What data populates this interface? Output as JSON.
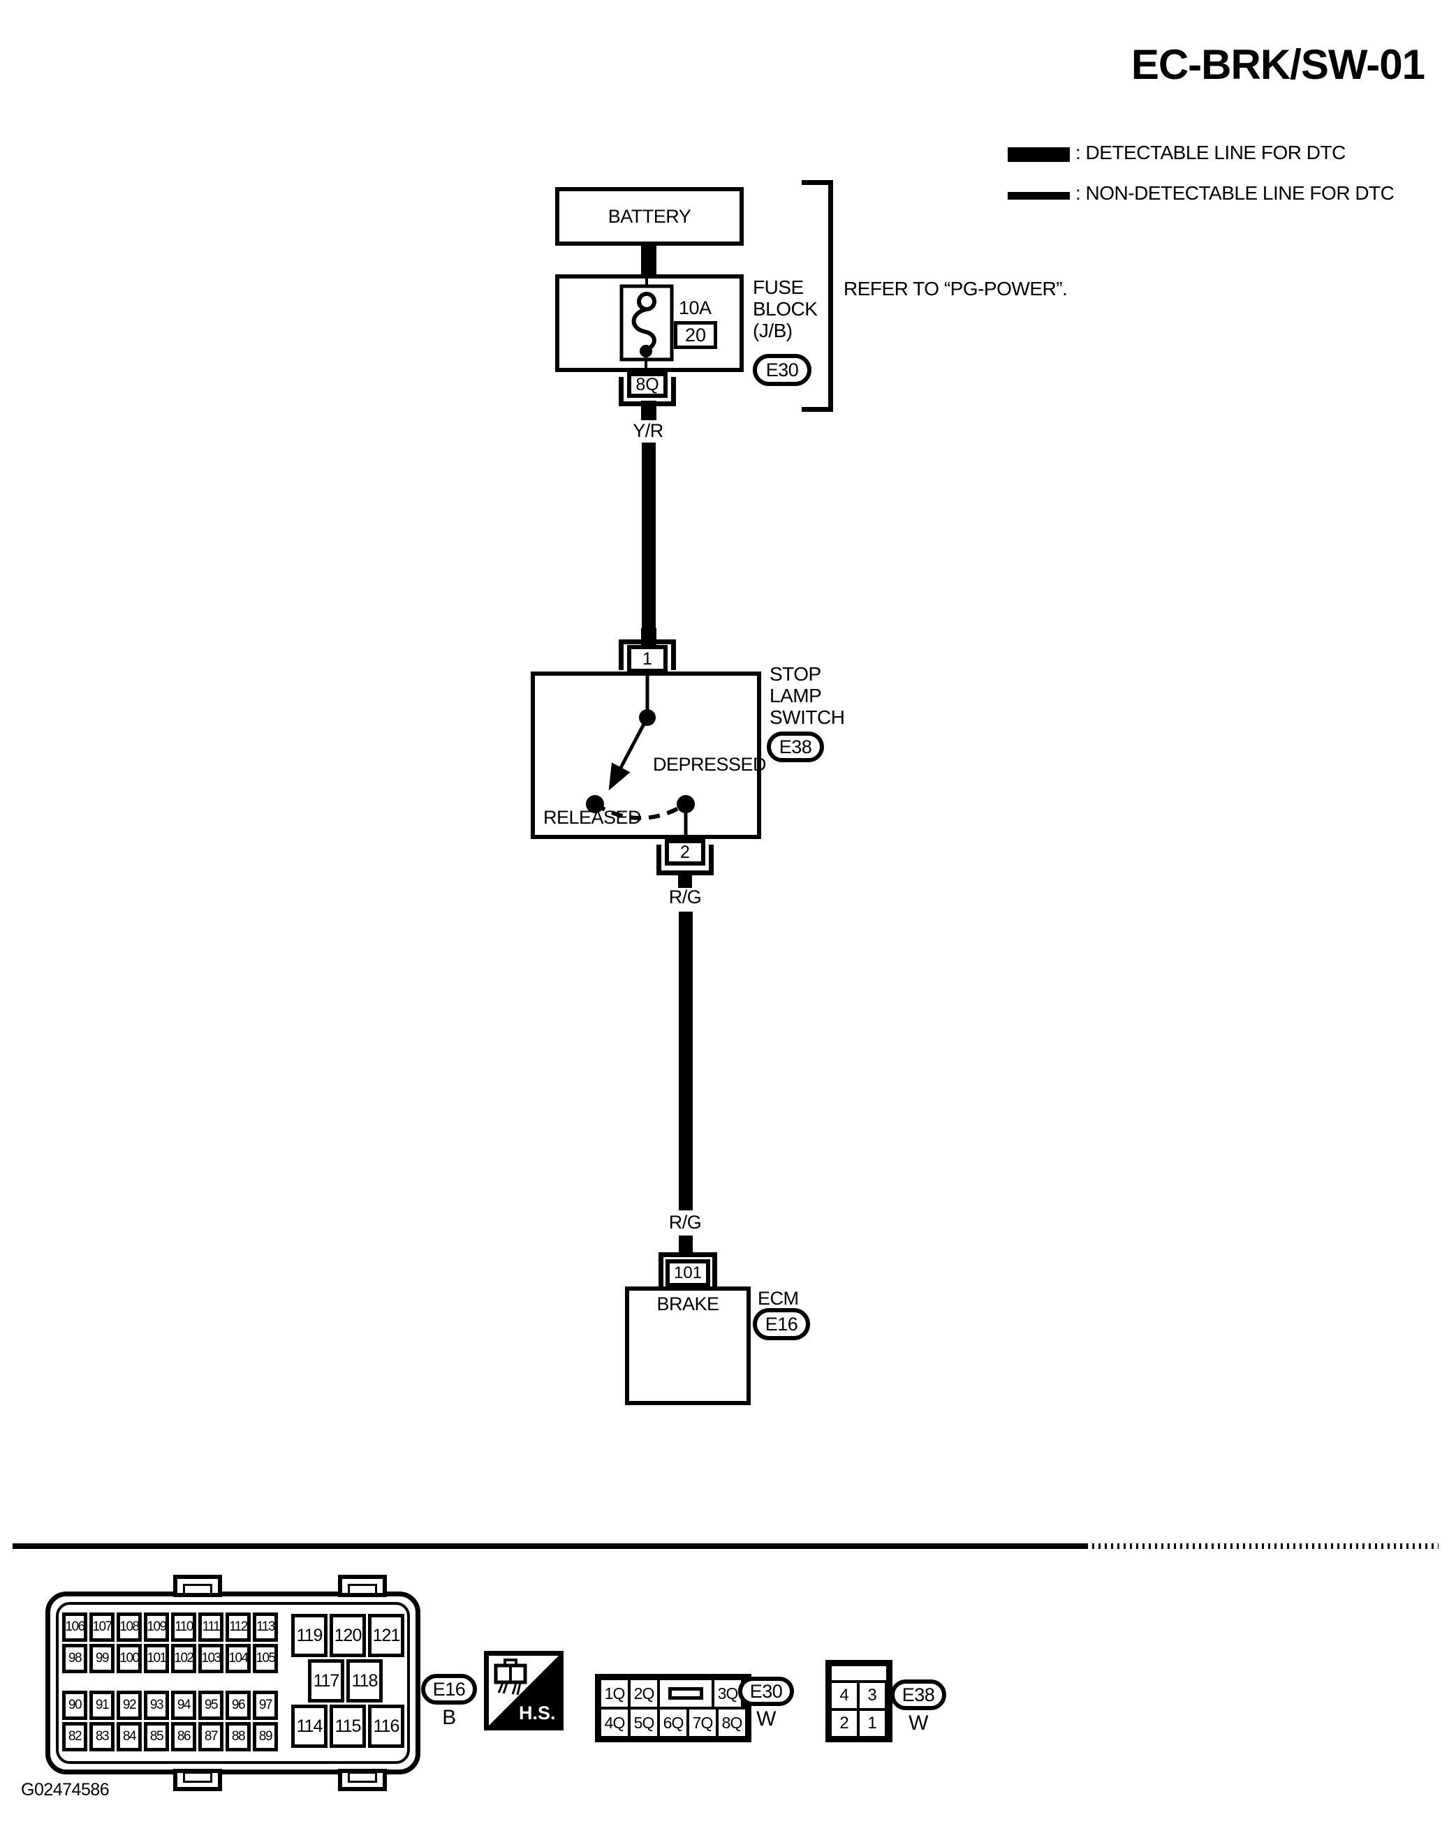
{
  "title": "EC-BRK/SW-01",
  "legend": {
    "detectable": ": DETECTABLE LINE FOR DTC",
    "non_detectable": ": NON-DETECTABLE LINE FOR DTC"
  },
  "diagram": {
    "battery_label": "BATTERY",
    "fuse": {
      "rating": "10A",
      "fuse_number": "20",
      "block_name": "FUSE\nBLOCK\n(J/B)",
      "connector_id": "E30",
      "terminal": "8Q",
      "note": "REFER TO “PG-POWER”."
    },
    "wires": {
      "battery_to_switch": "Y/R",
      "switch_to_ecm_upper": "R/G",
      "switch_to_ecm_lower": "R/G"
    },
    "stop_lamp_switch": {
      "terminal_in": "1",
      "terminal_out": "2",
      "name": "STOP\nLAMP\nSWITCH",
      "connector_id": "E38",
      "state_depressed": "DEPRESSED",
      "state_released": "RELEASED"
    },
    "ecm": {
      "terminal": "101",
      "pin_name": "BRAKE",
      "name": "ECM",
      "connector_id": "E16"
    }
  },
  "footer": {
    "ecm_connector": {
      "id": "E16",
      "color": "B",
      "grid_top_row1": [
        "106",
        "107",
        "108",
        "109",
        "110",
        "111",
        "112",
        "113"
      ],
      "grid_top_row2": [
        "98",
        "99",
        "100",
        "101",
        "102",
        "103",
        "104",
        "105"
      ],
      "grid_bottom_row1": [
        "90",
        "91",
        "92",
        "93",
        "94",
        "95",
        "96",
        "97"
      ],
      "grid_bottom_row2": [
        "82",
        "83",
        "84",
        "85",
        "86",
        "87",
        "88",
        "89"
      ],
      "grid_right_top": [
        "119",
        "120",
        "121"
      ],
      "grid_right_mid": [
        "117",
        "118"
      ],
      "grid_right_bottom": [
        "114",
        "115",
        "116"
      ]
    },
    "hs_badge": "H.S.",
    "e30_connector": {
      "id": "E30",
      "color": "W",
      "row1": [
        "1Q",
        "2Q",
        "3Q"
      ],
      "row2": [
        "4Q",
        "5Q",
        "6Q",
        "7Q",
        "8Q"
      ]
    },
    "e38_connector": {
      "id": "E38",
      "color": "W",
      "row1": [
        "4",
        "3"
      ],
      "row2": [
        "2",
        "1"
      ]
    },
    "figure_code": "G02474586"
  },
  "colors": {
    "line": "#000000",
    "background": "#ffffff"
  }
}
